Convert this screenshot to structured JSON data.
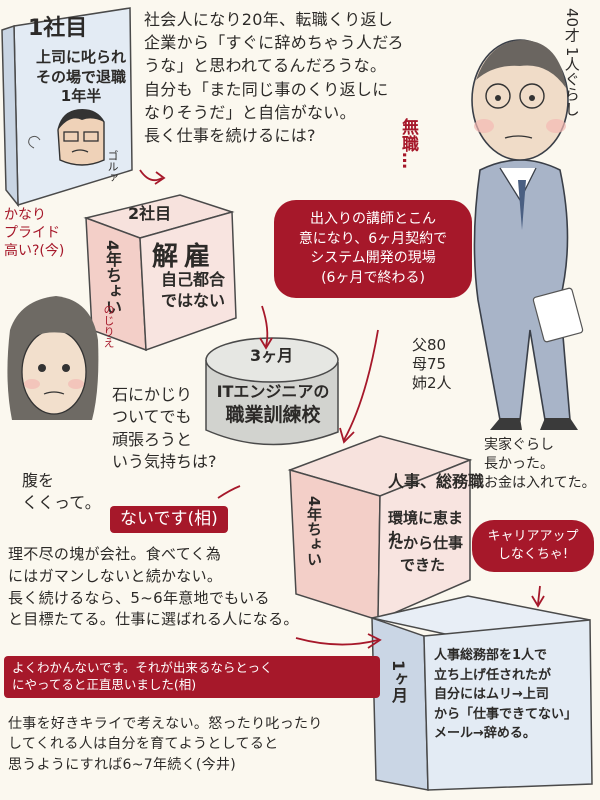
{
  "header": {
    "box1_title": "1社目",
    "box1_caption": "上司に叱られ\nその場で退職\n1年半",
    "box1_sfx": "ゴルァ",
    "main_text": "社会人になり20年、転職くり返し\n企業から「すぐに辞めちゃう人だろ\nうな」と思われてるんだろうな。\n自分も「また同じ事のくり返しに\nなりそうだ」と自信がない。\n長く仕事を続けるには?",
    "age_note": "40才 1人ぐらし",
    "unemployed": "無職…"
  },
  "box2": {
    "title": "2社目",
    "main": "解雇",
    "sub": "自己都合\nではない",
    "duration": "4年ちょい"
  },
  "pride_note": "かなり\nプライド\n高い?(今)",
  "red_pill_1": "出入りの講師とこん\n意になり、6ヶ月契約で\nシステム開発の現場\n(6ヶ月で終わる)",
  "school": {
    "duration": "3ヶ月",
    "line1": "ITエンジニアの",
    "line2": "職業訓練校"
  },
  "family": "父80\n母75\n姉2人",
  "noji_label": "のじりえ",
  "question": "石にかじり\nついてでも\n頑張ろうと\nいう気持ちは?",
  "hara": "腹を\nくくって。",
  "answer_banner": "ないです(相)",
  "box3": {
    "line1": "人事、総務職",
    "line2": "環境に恵まれ",
    "line3": "たから仕事",
    "line4": "できた",
    "duration": "4年ちょい"
  },
  "home_note": "実家ぐらし\n長かった。\nお金は入れてた。",
  "career_pill": "キャリアアップ\nしなくちゃ!",
  "advice1": "理不尽の塊が会社。食べてく為\nにはガマンしないと続かない。\n長く続けるなら、5~6年意地でもいる\nと目標たてる。仕事に選ばれる人になる。",
  "red_banner_2": "よくわかんないです。それが出来るならとっく\nにやってると正直思いました(相)",
  "advice2": "仕事を好きキライで考えない。怒ったり叱ったり\nしてくれる人は自分を育てようとしてると\n思うようにすれば6~7年続く(今井)",
  "box4": {
    "duration": "1ヶ月",
    "text": "人事総務部を1人で\n立ち上げ任されたが\n自分にはムリ→上司\nから「仕事できてない」\nメール→辞める。"
  },
  "colors": {
    "accent_red": "#a6182a",
    "box_blue": "#dfe8f2",
    "box_pink": "#f5d9d5",
    "suit_blue": "#a8b4c8",
    "cylinder_gray": "#cfd0cc"
  }
}
